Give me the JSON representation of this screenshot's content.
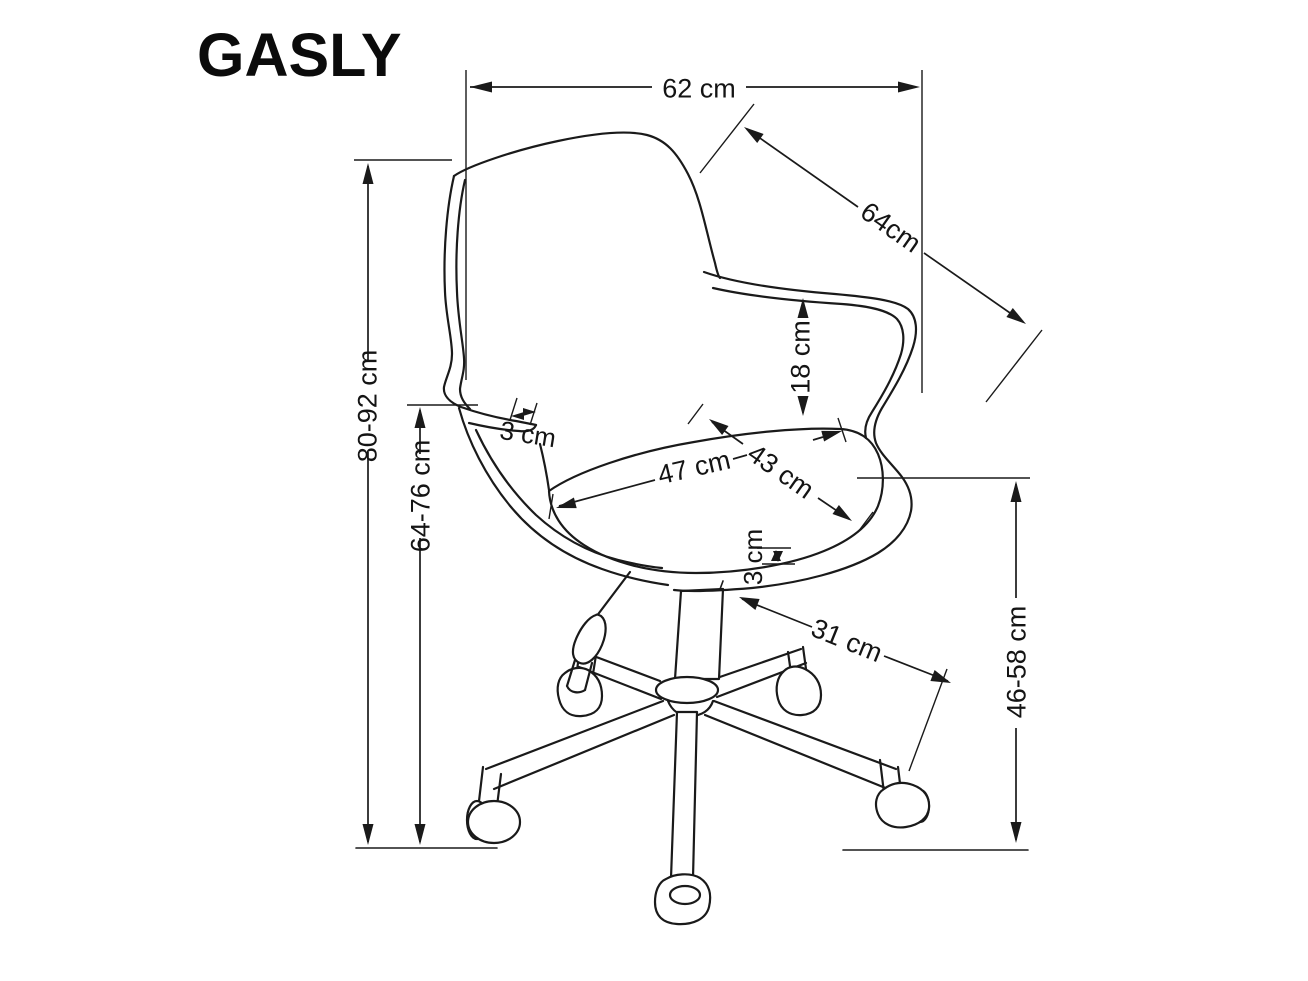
{
  "title": "GASLY",
  "labels": {
    "overall_width": "62 cm",
    "backrest_diagonal": "64cm",
    "armrest_to_seat_height": "18 cm",
    "armrest_thickness": "3 cm",
    "seat_width": "47 cm",
    "seat_depth": "43 cm",
    "seat_pad_thickness": "3 cm",
    "base_leg_length": "31 cm",
    "overall_height": "80-92 cm",
    "floor_to_backrest_height": "64-76 cm",
    "seat_height": "46-58 cm"
  }
}
